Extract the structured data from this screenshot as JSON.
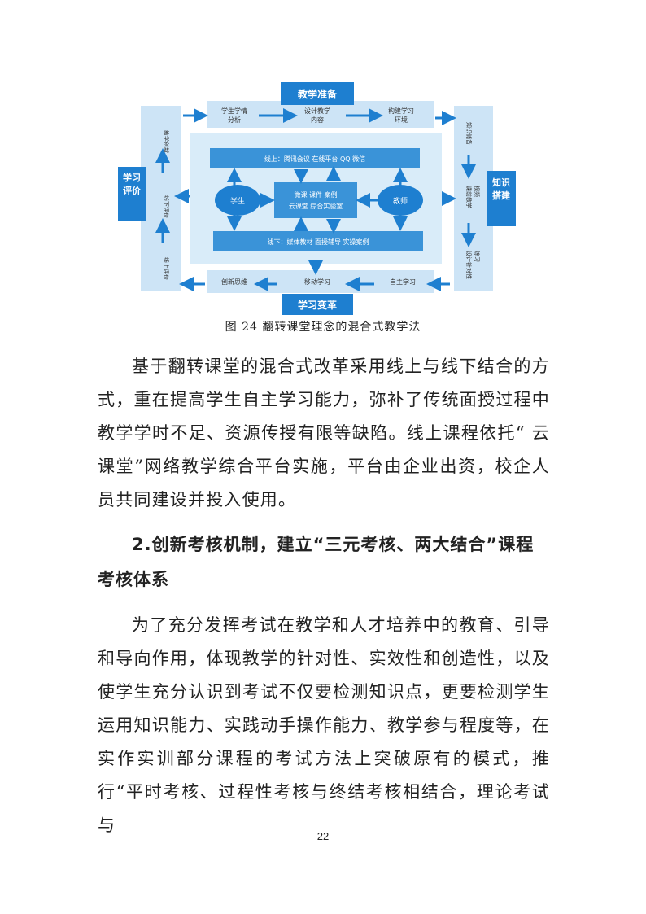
{
  "diagram": {
    "top": "教学准备",
    "bottom": "学习变革",
    "left": "学习评价",
    "right": "知识搭建",
    "top_boxes": [
      "学生学情分析",
      "设计教学内容",
      "构建学习环境"
    ],
    "bottom_boxes": [
      "创新思维",
      "移动学习",
      "自主学习"
    ],
    "left_items": [
      "教学创新",
      "线下评价",
      "线上评价"
    ],
    "right_items": [
      "知识储备",
      "课前教学视频",
      "设计针对性练习"
    ],
    "online": "线上：腾讯会议  在线平台  QQ  微信",
    "offline": "线下：媒体教材  面授辅导  实操案例",
    "student": "学生",
    "teacher": "教师",
    "center": [
      "微课 课件 案例",
      "云课堂 综合实验室"
    ]
  },
  "caption": "图 24  翻转课堂理念的混合式教学法",
  "paragraph1": "基于翻转课堂的混合式改革采用线上与线下结合的方式，重在提高学生自主学习能力，弥补了传统面授过程中教学学时不足、资源传授有限等缺陷。线上课程依托“ 云课堂”网络教学综合平台实施，平台由企业出资，校企人员共同建设并投入使用。",
  "heading": "2.创新考核机制，建立“三元考核、两大结合”课程考核体系",
  "paragraph2": "为了充分发挥考试在教学和人才培养中的教育、引导和导向作用，体现教学的针对性、实效性和创造性，以及使学生充分认识到考试不仅要检测知识点，更要检测学生运用知识能力、实践动手操作能力、教学参与程度等，在实作实训部分课程的考试方法上突破原有的模式，推行“平时考核、过程性考核与终结考核相结合，理论考试与",
  "page_number": "22"
}
